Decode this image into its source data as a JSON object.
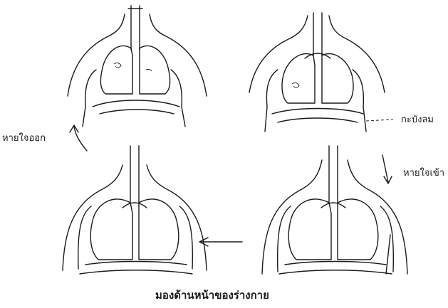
{
  "labels": {
    "exhale": "หายใจออก",
    "inhale": "หายใจเข้า",
    "diaphragm": "กะบังลม",
    "caption": "มองด้านหน้าของร่างกาย"
  },
  "colors": {
    "ink": "#1a1a1a",
    "background": "#ffffff"
  }
}
